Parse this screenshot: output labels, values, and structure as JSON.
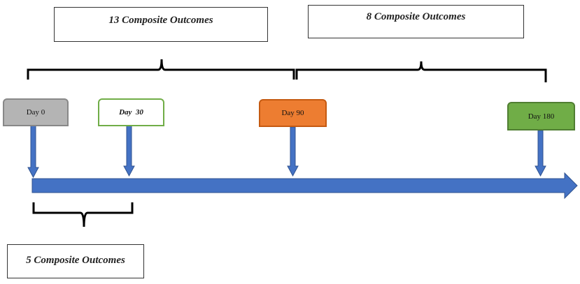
{
  "composite_boxes": {
    "top_left": "13 Composite Outcomes",
    "top_right": "8 Composite Outcomes",
    "bottom_left": "5 Composite Outcomes"
  },
  "milestones": [
    {
      "label": "Day 0",
      "fill": "#b4b4b4",
      "border": "#888888"
    },
    {
      "label": "Day  30",
      "fill": "#ffffff",
      "border": "#70ad47"
    },
    {
      "label": "Day 90",
      "fill": "#ed7d31",
      "border": "#c55a11"
    },
    {
      "label": "Day 180",
      "fill": "#70ad47",
      "border": "#507e32"
    }
  ],
  "colors": {
    "timeline": "#4472c4",
    "timeline_border": "#2f528f",
    "bracket": "#000000"
  }
}
